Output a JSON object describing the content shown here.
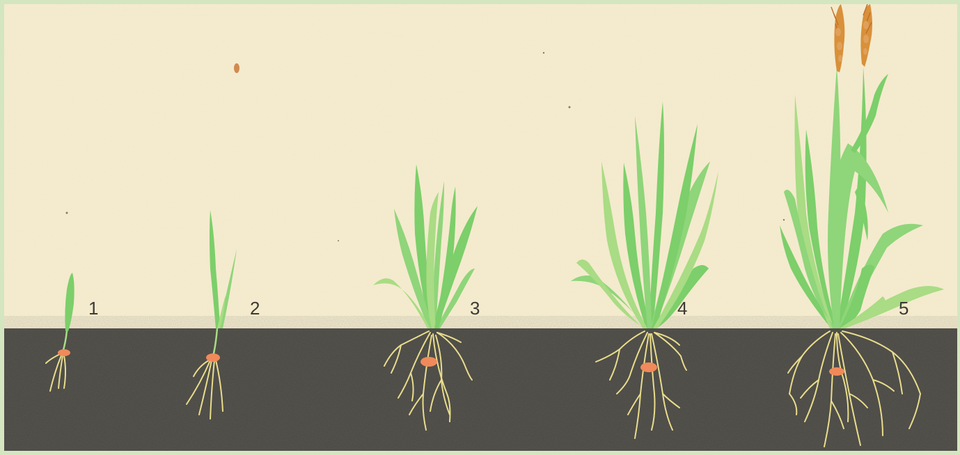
{
  "stages": [
    {
      "label": "1"
    },
    {
      "label": "2"
    },
    {
      "label": "3"
    },
    {
      "label": "4"
    },
    {
      "label": "5"
    }
  ],
  "colors": {
    "paper": "#f6edd0",
    "soil": "#4a4843",
    "leaf": "#7ccf6a",
    "leaf_light": "#a9dc84",
    "root": "#e9dd8c",
    "seed": "#f08a5a",
    "ear": "#d9903a",
    "frame": "#d4e6c0"
  },
  "icons": [
    "wheat-seedling-icon",
    "wheat-ear-icon",
    "seed-icon",
    "root-system-icon"
  ]
}
